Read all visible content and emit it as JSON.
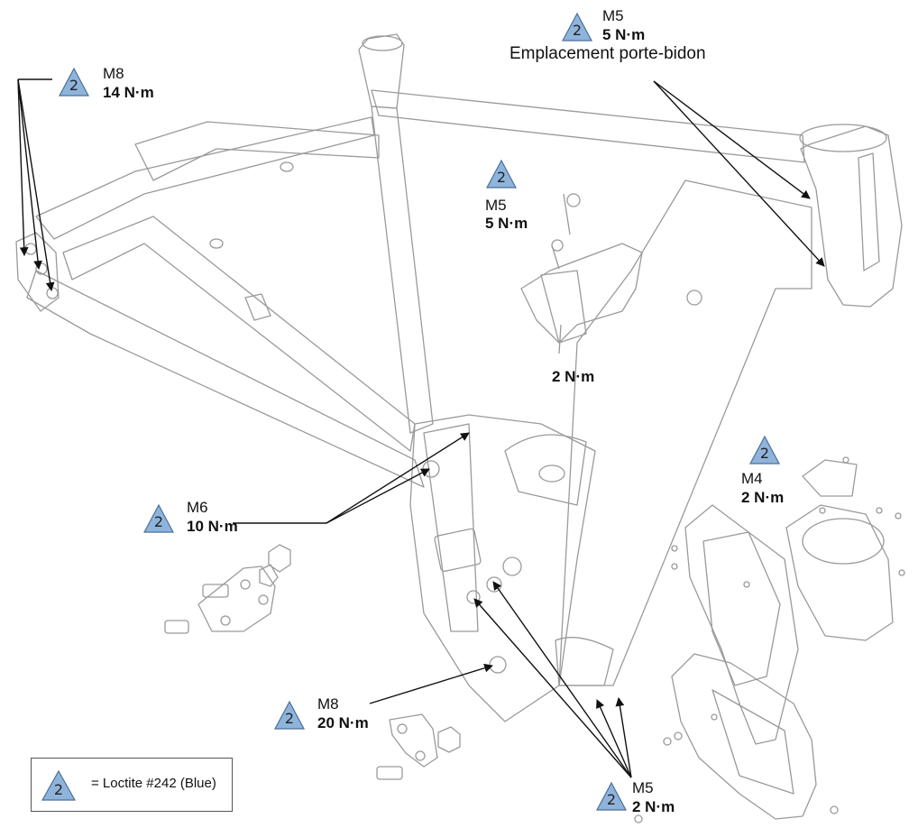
{
  "colors": {
    "triangle_fill": "#8fb4dc",
    "triangle_stroke": "#4a6f99",
    "line_art": "#9a9a9a",
    "leader": "#111111"
  },
  "icons": {
    "loctite_marker": "blue-triangle-icon"
  },
  "callouts": {
    "top_right": {
      "num": "2",
      "spec": "M5",
      "torque": "5 N·m",
      "location": "Emplacement porte-bidon"
    },
    "top_left": {
      "num": "2",
      "spec": "M8",
      "torque": "14 N·m"
    },
    "center": {
      "num": "2",
      "spec": "M5",
      "torque": "5 N·m",
      "torque2": "2 N·m"
    },
    "right": {
      "num": "2",
      "spec": "M4",
      "torque": "2 N·m"
    },
    "mid_left": {
      "num": "2",
      "spec": "M6",
      "torque": "10 N·m"
    },
    "bottom_mid": {
      "num": "2",
      "spec": "M8",
      "torque": "20 N·m"
    },
    "bottom_right": {
      "num": "2",
      "spec": "M5",
      "torque": "2 N·m"
    }
  },
  "legend": {
    "num": "2",
    "text": "= Loctite #242 (Blue)"
  }
}
